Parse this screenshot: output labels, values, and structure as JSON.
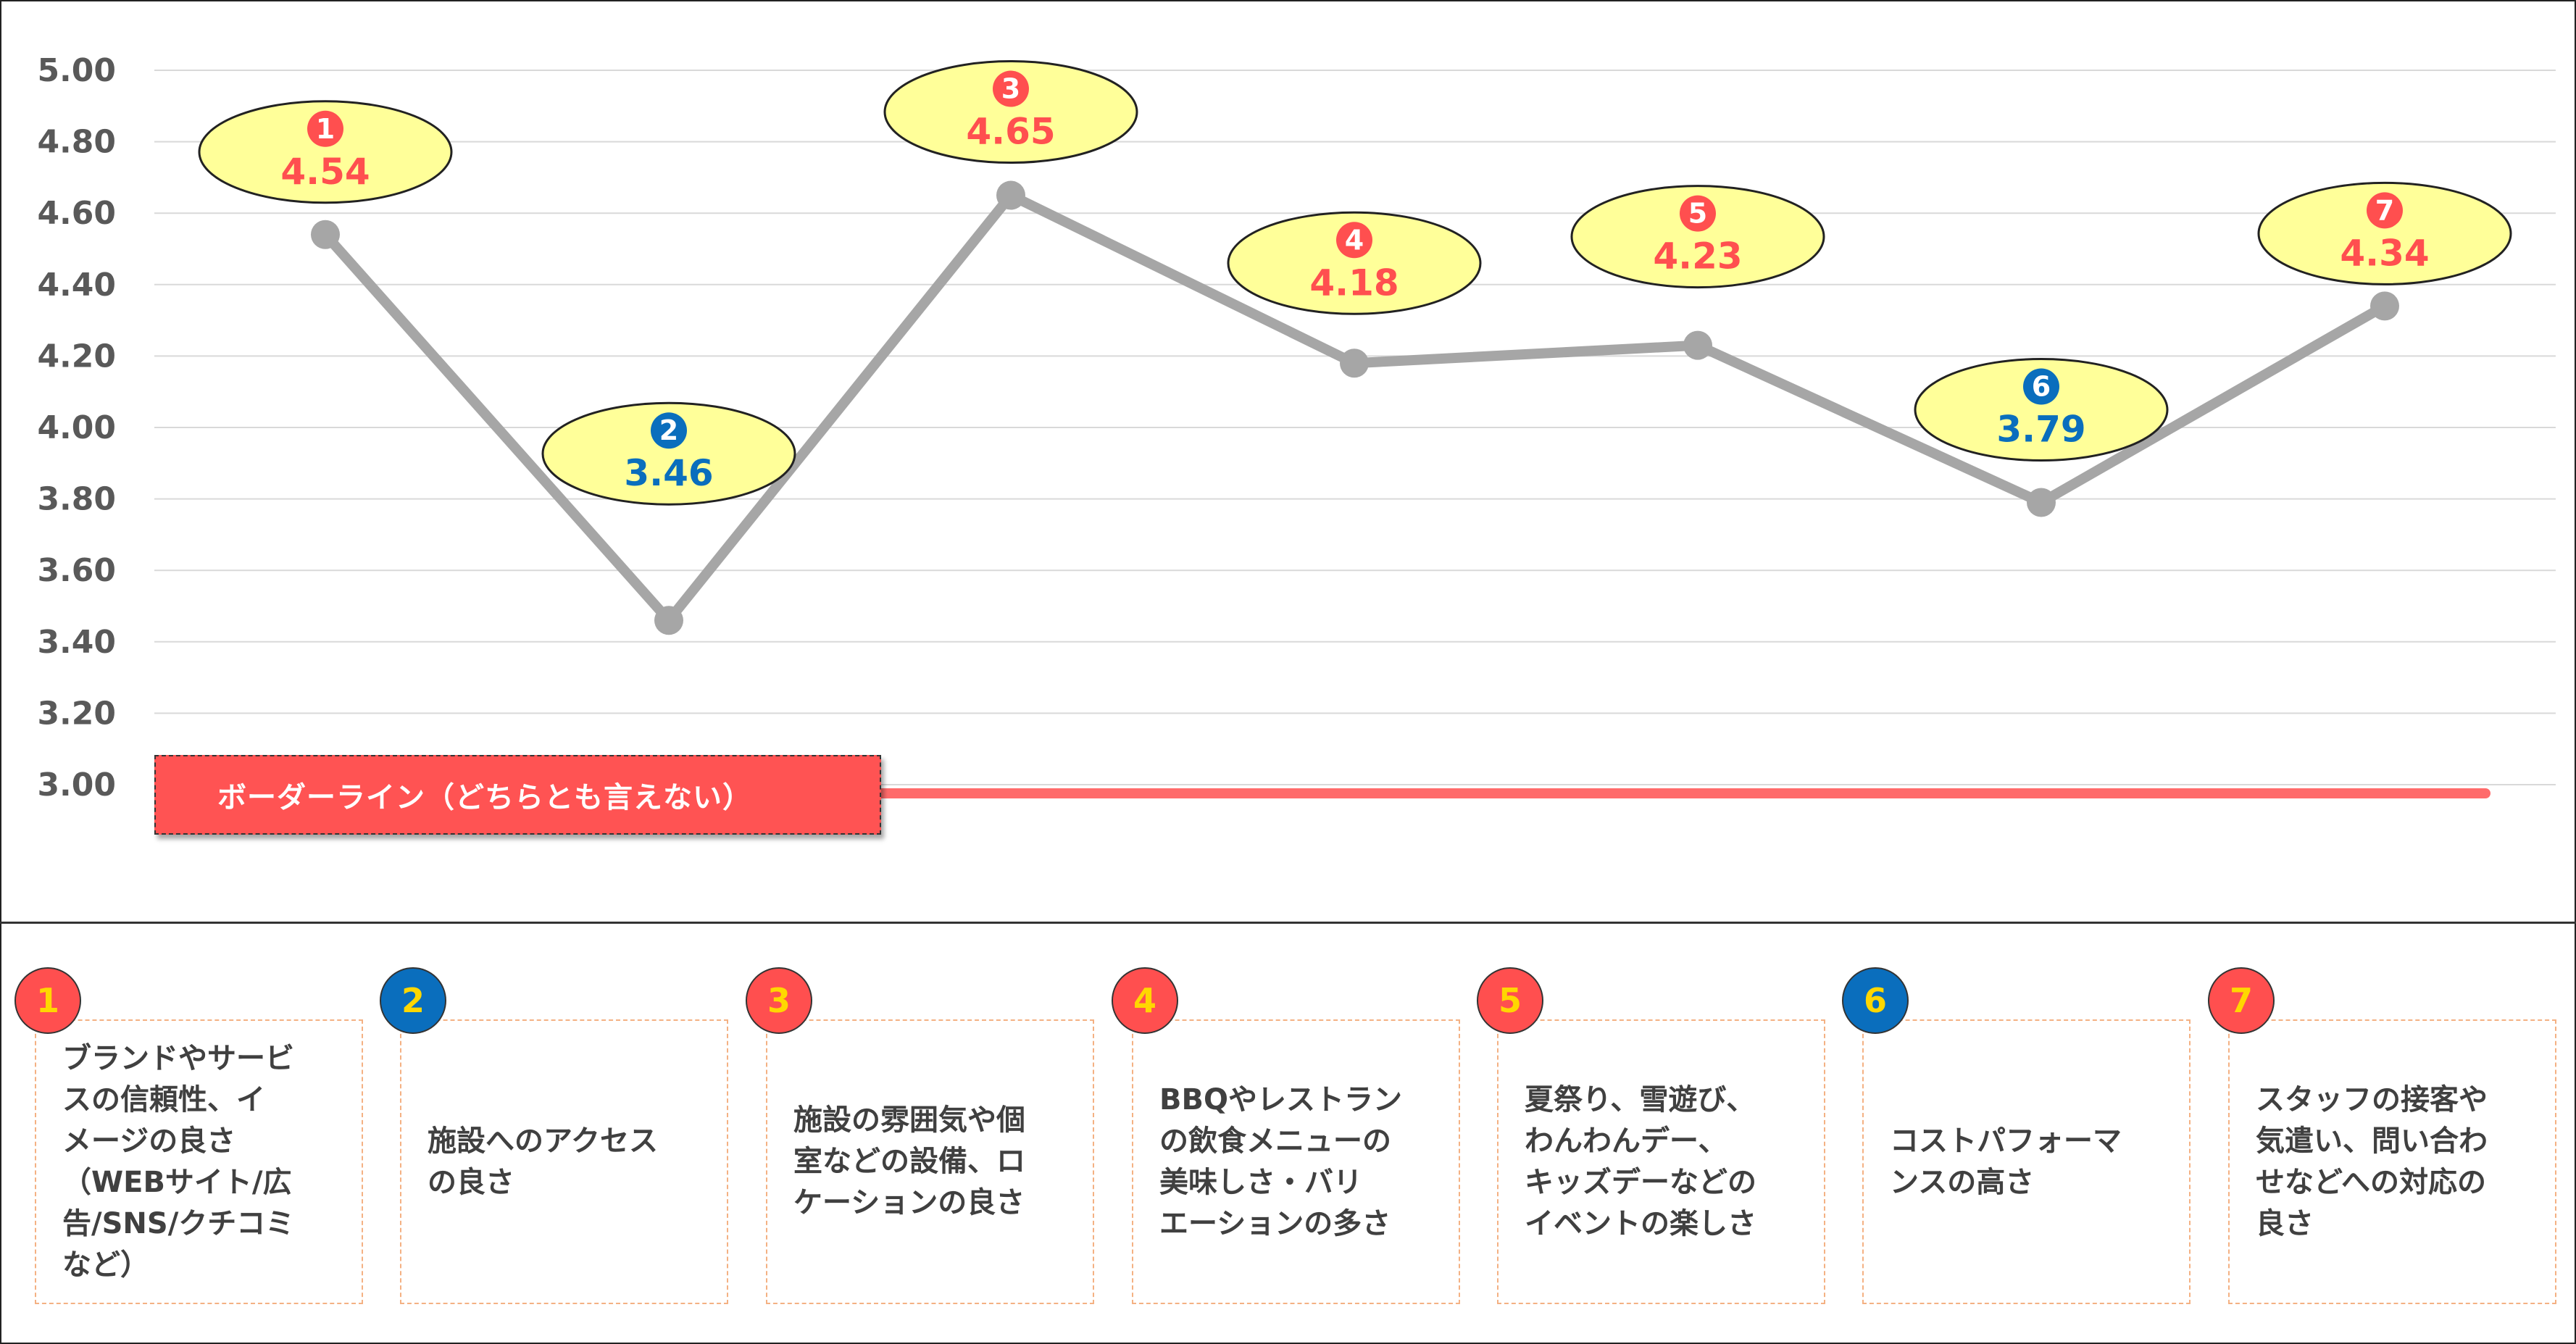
{
  "chart_data": {
    "type": "line",
    "ylim": [
      3.0,
      5.0
    ],
    "yticks": [
      "5.00",
      "4.80",
      "4.60",
      "4.40",
      "4.20",
      "4.00",
      "3.80",
      "3.60",
      "3.40",
      "3.20",
      "3.00"
    ],
    "grid": true,
    "points": [
      {
        "num": "1",
        "value": 4.54,
        "label": "4.54",
        "color": "#ff4f4f"
      },
      {
        "num": "2",
        "value": 3.46,
        "label": "3.46",
        "color": "#0a6ebd"
      },
      {
        "num": "3",
        "value": 4.65,
        "label": "4.65",
        "color": "#ff4f4f"
      },
      {
        "num": "4",
        "value": 4.18,
        "label": "4.18",
        "color": "#ff4f4f"
      },
      {
        "num": "5",
        "value": 4.23,
        "label": "4.23",
        "color": "#ff4f4f"
      },
      {
        "num": "6",
        "value": 3.79,
        "label": "3.79",
        "color": "#0a6ebd"
      },
      {
        "num": "7",
        "value": 4.34,
        "label": "4.34",
        "color": "#ff4f4f"
      }
    ],
    "line_color": "#a6a6a6",
    "borderline": {
      "value": 3.0,
      "label": "ボーダーライン（どちらとも言えない）",
      "color": "#ff6b6b"
    }
  },
  "categories": [
    {
      "num": "1",
      "color": "#ff4f4f",
      "text": "ブランドやサービ\nスの信頼性、イ\nメージの良さ\n（WEBサイト/広\n告/SNS/クチコミ\nなど）"
    },
    {
      "num": "2",
      "color": "#0a6ebd",
      "text": "施設へのアクセス\nの良さ"
    },
    {
      "num": "3",
      "color": "#ff4f4f",
      "text": "施設の雰囲気や個\n室などの設備、ロ\nケーションの良さ"
    },
    {
      "num": "4",
      "color": "#ff4f4f",
      "text": "BBQやレストラン\nの飲食メニューの\n美味しさ・バリ\nエーションの多さ"
    },
    {
      "num": "5",
      "color": "#ff4f4f",
      "text": "夏祭り、雪遊び、\nわんわんデー、\nキッズデーなどの\nイベントの楽しさ"
    },
    {
      "num": "6",
      "color": "#0a6ebd",
      "text": "コストパフォーマ\nンスの高さ"
    },
    {
      "num": "7",
      "color": "#ff4f4f",
      "text": "スタッフの接客や\n気遣い、問い合わ\nせなどへの対応の\n良さ"
    }
  ]
}
